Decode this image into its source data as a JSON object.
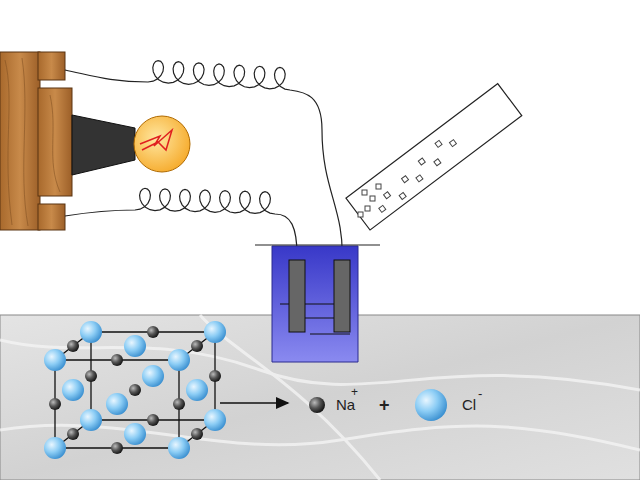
{
  "diagram": {
    "labels": [
      "Na",
      "+",
      "+",
      "Cl",
      "-"
    ]
  }
}
